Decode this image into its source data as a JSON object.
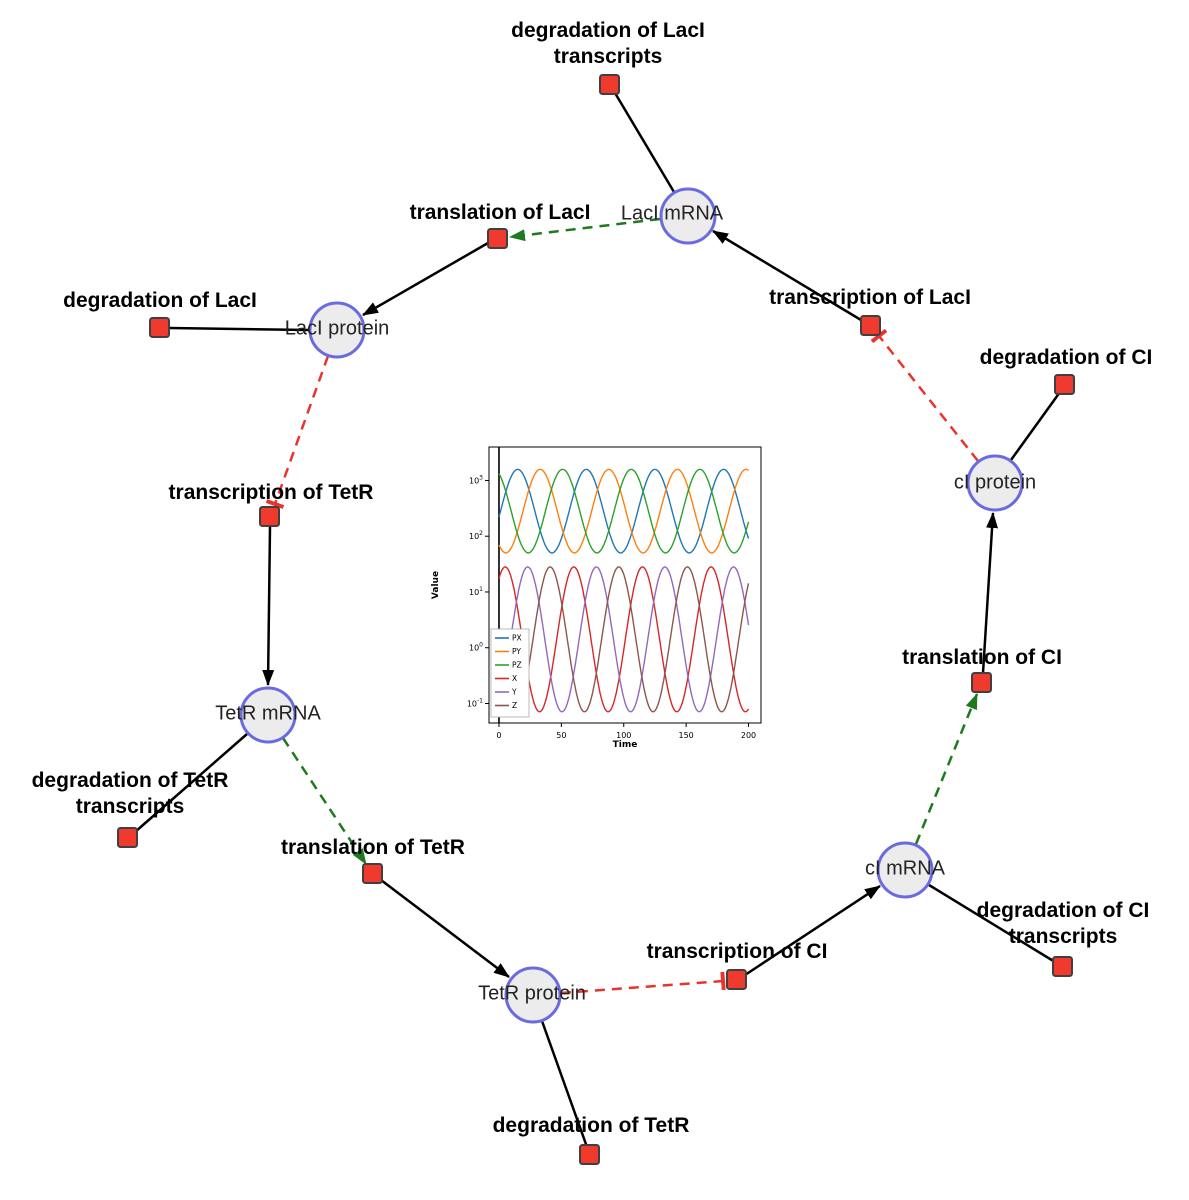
{
  "colors": {
    "species_fill": "#ececec",
    "species_stroke": "#6b6be0",
    "reaction_fill": "#f03a2e",
    "reaction_stroke": "#404040",
    "edge_color": "#000000",
    "modifier_color": "#1e7a1e",
    "inhibition_color": "#e8342c"
  },
  "species": {
    "laci_mrna": {
      "label": "LacI mRNA"
    },
    "laci_protein": {
      "label": "LacI protein"
    },
    "ci_protein": {
      "label": "cI protein"
    },
    "tetr_mrna": {
      "label": "TetR mRNA"
    },
    "ci_mrna": {
      "label": "cI mRNA"
    },
    "tetr_protein": {
      "label": "TetR protein"
    }
  },
  "reactions": {
    "deg_laci_tx": {
      "label": "degradation of LacI transcripts"
    },
    "transl_laci": {
      "label": "translation of LacI"
    },
    "tx_laci": {
      "label": "transcription of LacI"
    },
    "deg_laci": {
      "label": "degradation of LacI"
    },
    "deg_ci": {
      "label": "degradation of CI"
    },
    "tx_tetr": {
      "label": "transcription of TetR"
    },
    "transl_ci": {
      "label": "translation of CI"
    },
    "deg_tetr_tx": {
      "label": "degradation of TetR transcripts"
    },
    "transl_tetr": {
      "label": "translation of TetR"
    },
    "deg_ci_tx": {
      "label": "degradation of CI transcripts"
    },
    "tx_ci": {
      "label": "transcription of CI"
    },
    "deg_tetr": {
      "label": "degradation of TetR"
    }
  },
  "chart_data": {
    "type": "line",
    "title": "",
    "xlabel": "Time",
    "ylabel": "Value",
    "y_scale": "log",
    "x_ticks": [
      0,
      50,
      100,
      150,
      200
    ],
    "y_ticks_exp": [
      -1,
      0,
      1,
      2,
      3
    ],
    "xlim": [
      -8,
      210
    ],
    "ylim_exp": [
      -1.35,
      3.6
    ],
    "legend_position": "lower left",
    "annotation": "vertical line at t=0 (initial transient)",
    "sampling": {
      "t_start": 0,
      "t_end": 200,
      "dt": 1
    },
    "waveform": "log10(value) = center + amp*cos(2*pi*(t-peak)/period)",
    "series": [
      {
        "name": "PX",
        "color": "#1f77b4",
        "center": 2.45,
        "amp": 0.75,
        "period": 55,
        "peak": 15
      },
      {
        "name": "PY",
        "color": "#ff7f0e",
        "center": 2.45,
        "amp": 0.75,
        "period": 55,
        "peak": 33
      },
      {
        "name": "PZ",
        "color": "#2ca02c",
        "center": 2.45,
        "amp": 0.75,
        "period": 55,
        "peak": 51
      },
      {
        "name": "X",
        "color": "#d62728",
        "center": 0.15,
        "amp": 1.3,
        "period": 55,
        "peak": 5
      },
      {
        "name": "Y",
        "color": "#9467bd",
        "center": 0.15,
        "amp": 1.3,
        "period": 55,
        "peak": 23
      },
      {
        "name": "Z",
        "color": "#8c564b",
        "center": 0.15,
        "amp": 1.3,
        "period": 55,
        "peak": 41
      }
    ]
  }
}
